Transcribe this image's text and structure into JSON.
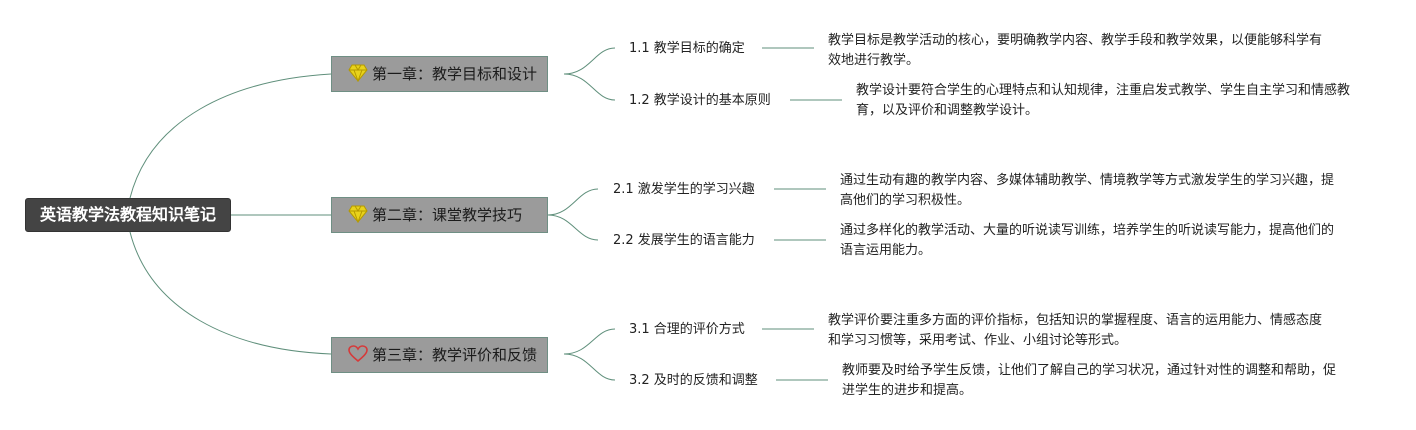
{
  "root": {
    "title": "英语教学法教程知识笔记"
  },
  "chapters": [
    {
      "title": "第一章：教学目标和设计",
      "icon": "gem-icon",
      "sections": [
        {
          "title": "1.1 教学目标的确定",
          "desc": "教学目标是教学活动的核心，要明确教学内容、教学手段和教学效果，以便能够科学有效地进行教学。"
        },
        {
          "title": "1.2 教学设计的基本原则",
          "desc": "教学设计要符合学生的心理特点和认知规律，注重启发式教学、学生自主学习和情感教育，以及评价和调整教学设计。"
        }
      ]
    },
    {
      "title": "第二章：课堂教学技巧",
      "icon": "gem-icon",
      "sections": [
        {
          "title": "2.1 激发学生的学习兴趣",
          "desc": "通过生动有趣的教学内容、多媒体辅助教学、情境教学等方式激发学生的学习兴趣，提高他们的学习积极性。"
        },
        {
          "title": "2.2 发展学生的语言能力",
          "desc": "通过多样化的教学活动、大量的听说读写训练，培养学生的听说读写能力，提高他们的语言运用能力。"
        }
      ]
    },
    {
      "title": "第三章：教学评价和反馈",
      "icon": "heart-icon",
      "sections": [
        {
          "title": "3.1 合理的评价方式",
          "desc": "教学评价要注重多方面的评价指标，包括知识的掌握程度、语言的运用能力、情感态度和学习习惯等，采用考试、作业、小组讨论等形式。"
        },
        {
          "title": "3.2 及时的反馈和调整",
          "desc": "教师要及时给予学生反馈，让他们了解自己的学习状况，通过针对性的调整和帮助，促进学生的进步和提高。"
        }
      ]
    }
  ],
  "colors": {
    "root_bg": "#444444",
    "chapter_bg": "#9b9b9b",
    "connector": "#5f8f7b",
    "gem": "#e8d21c",
    "heart": "#d63a3a"
  }
}
